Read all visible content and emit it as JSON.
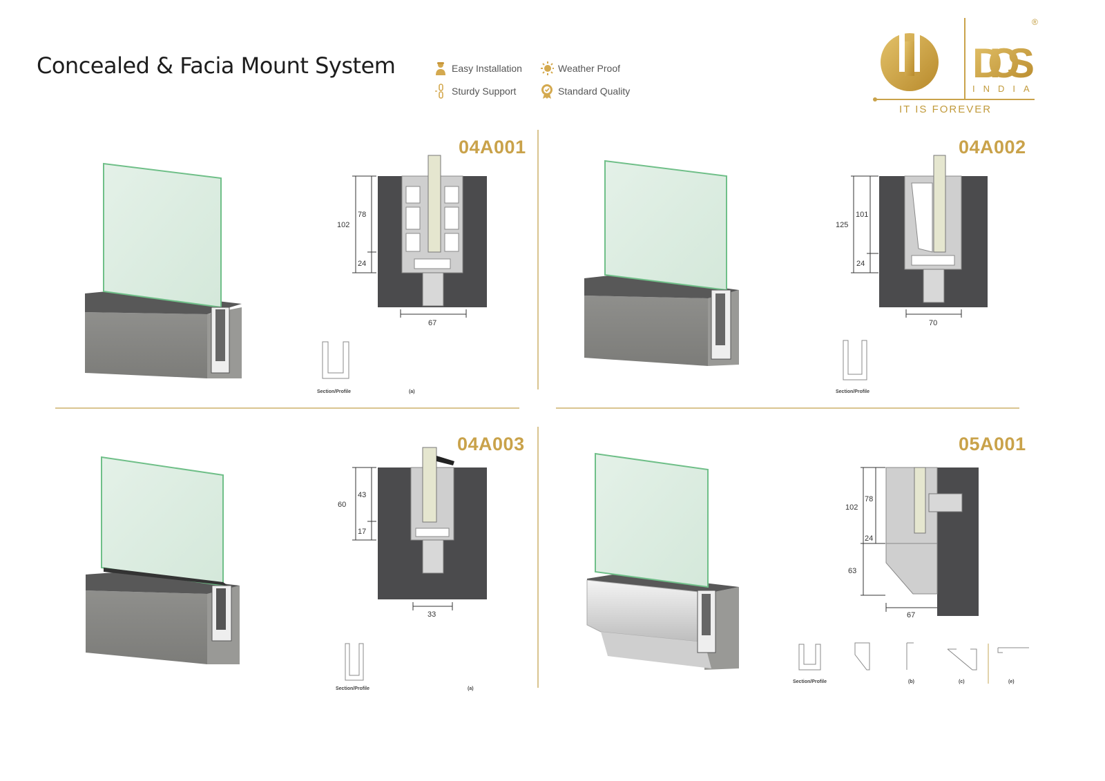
{
  "header": {
    "title": "Concealed & Facia Mount System",
    "features": [
      {
        "label": "Easy Installation",
        "icon": "worker-icon"
      },
      {
        "label": "Weather Proof",
        "icon": "sun-weather-icon"
      },
      {
        "label": "Sturdy Support",
        "icon": "chain-link-icon"
      },
      {
        "label": "Standard Quality",
        "icon": "quality-badge-icon"
      }
    ]
  },
  "logo": {
    "brand": "DIOS",
    "sub": "INDIA",
    "tagline": "IT IS FOREVER",
    "registered": "®"
  },
  "colors": {
    "gold": "#c9a24a",
    "dark_profile": "#4b4b4d",
    "concrete": "#8a8a88",
    "glass": "#cfe6d6"
  },
  "products": [
    {
      "code": "04A001",
      "dims": {
        "total": "102",
        "upper": "78",
        "lower": "24",
        "width": "67"
      },
      "labels": [
        "Section/Profile",
        "(a)"
      ]
    },
    {
      "code": "04A002",
      "dims": {
        "total": "125",
        "upper": "101",
        "lower": "24",
        "width": "70"
      },
      "labels": [
        "Section/Profile"
      ]
    },
    {
      "code": "04A003",
      "dims": {
        "total": "60",
        "upper": "43",
        "lower": "17",
        "width": "33"
      },
      "labels": [
        "Section/Profile",
        "(a)"
      ]
    },
    {
      "code": "05A001",
      "dims": {
        "total": "102",
        "upper": "78",
        "lower": "24",
        "extra": "63",
        "width": "67"
      },
      "labels": [
        "Section/Profile",
        "(b)",
        "(c)",
        "(e)"
      ]
    }
  ]
}
